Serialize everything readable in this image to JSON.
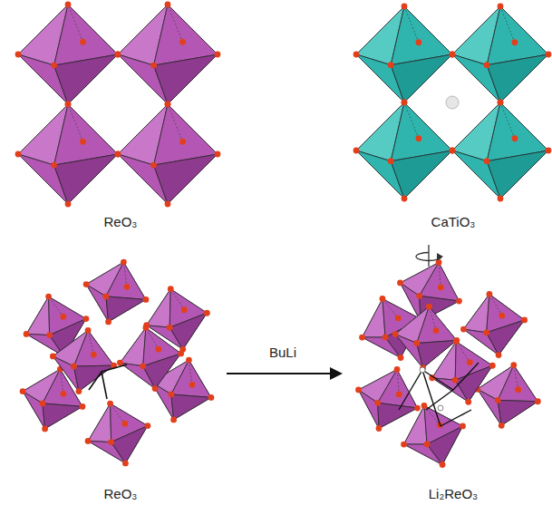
{
  "diagram": {
    "labels": [
      "ReO₃",
      "CaTiO₃",
      "ReO₃",
      "BuLi",
      "Li₂ReO₃"
    ]
  }
}
